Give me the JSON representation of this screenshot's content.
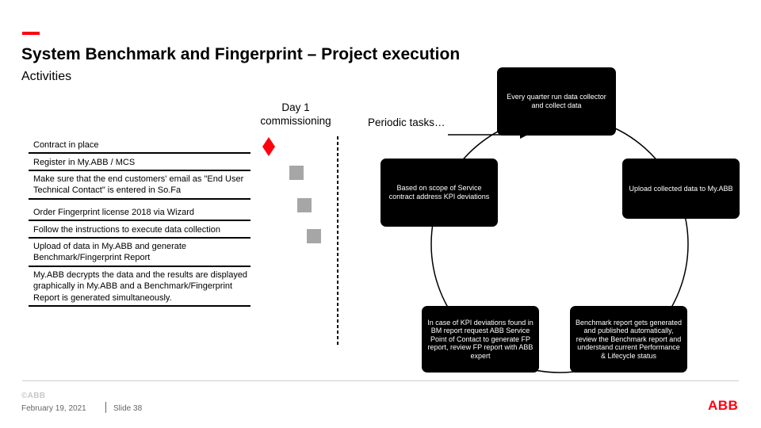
{
  "header": {
    "title": "System Benchmark and Fingerprint – Project execution",
    "subtitle": "Activities"
  },
  "milestones": {
    "day1": "Day 1\ncommissioning",
    "periodic": "Periodic tasks…"
  },
  "activities": [
    "Contract in place",
    "Register in My.ABB / MCS",
    "Make sure that the end customers' email as \"End User Technical Contact\" is entered in So.Fa",
    "Order Fingerprint license 2018 via Wizard",
    "Follow the instructions to execute data collection",
    "Upload of data in My.ABB and generate Benchmark/Fingerprint Report",
    "My.ABB decrypts the data and the results are displayed graphically in My.ABB and a Benchmark/Fingerprint Report is generated simultaneously."
  ],
  "cycle": {
    "collect": "Every quarter run data collector and collect data",
    "kpi": "Based on scope of Service contract address KPI deviations",
    "upload": "Upload collected data to My.ABB",
    "deviation": "In case of KPI deviations found in BM report request ABB Service Point of Contact to generate FP report, review FP report with ABB expert",
    "report": "Benchmark report gets generated and published automatically, review the Benchmark report and understand current Performance & Lifecycle status"
  },
  "footer": {
    "logo_small": "©ABB",
    "date": "February 19, 2021",
    "slide": "Slide 38",
    "logo": "ABB"
  },
  "colors": {
    "accent": "#ff000f",
    "node_fill": "#000000",
    "marker_gray": "#a6a6a6"
  }
}
